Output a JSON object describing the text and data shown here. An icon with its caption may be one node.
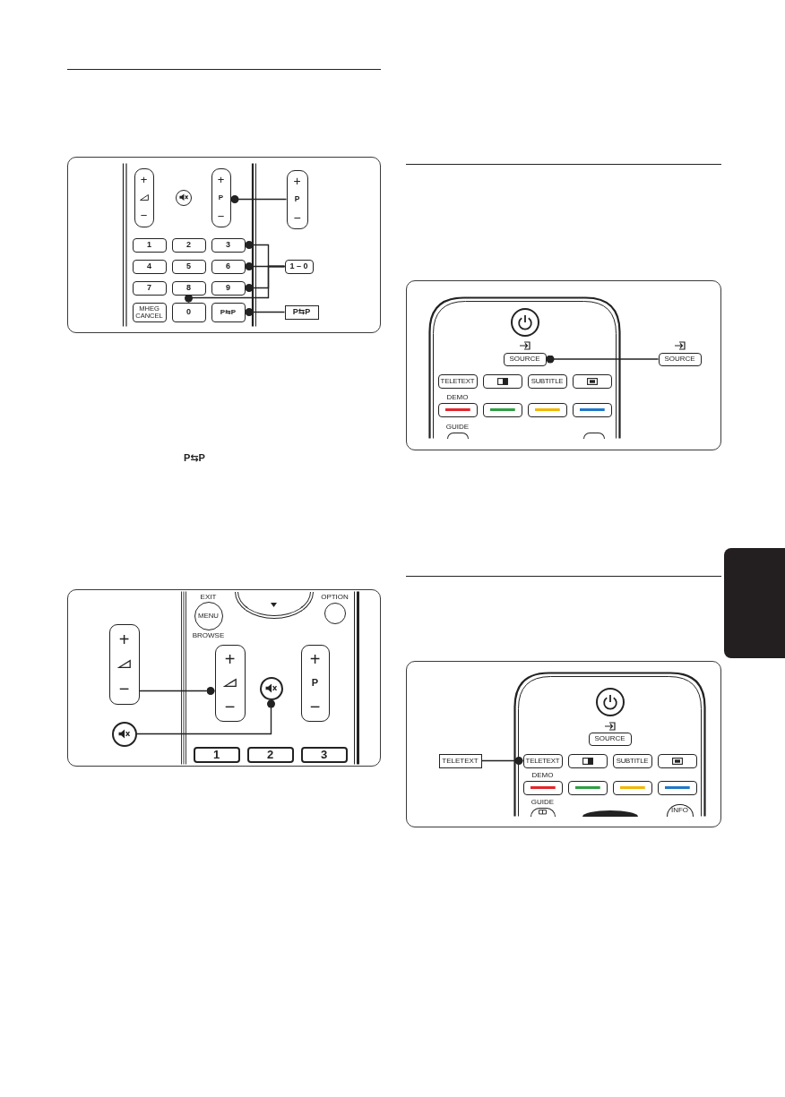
{
  "diagram": {
    "nodes": [
      {
        "text": [],
        "shape": "box"
      },
      {
        "text": [
          "+",
          "−"
        ],
        "in": 0
      },
      {
        "text": [],
        "shape": "circle",
        "in": 0
      },
      {
        "text": [
          "+",
          "P",
          "−"
        ],
        "in": 0
      },
      {
        "text": [
          "+",
          "P",
          "−"
        ],
        "in": 0
      },
      {
        "text": [
          "1"
        ],
        "in": 0
      },
      {
        "text": [
          "2"
        ],
        "in": 0
      },
      {
        "text": [
          "3"
        ],
        "in": 0
      },
      {
        "text": [
          "4"
        ],
        "in": 0
      },
      {
        "text": [
          "5"
        ],
        "in": 0
      },
      {
        "text": [
          "6"
        ],
        "in": 0
      },
      {
        "text": [
          "1 – 0"
        ],
        "in": 0
      },
      {
        "text": [
          "7"
        ],
        "in": 0
      },
      {
        "text": [
          "8"
        ],
        "in": 0
      },
      {
        "text": [
          "9"
        ],
        "in": 0
      },
      {
        "text": [
          "MHEG CANCEL"
        ],
        "in": 0
      },
      {
        "text": [
          "0"
        ],
        "in": 0
      },
      {
        "text": [
          "P⇆P"
        ],
        "in": 0
      },
      {
        "text": [
          "P⇆P"
        ],
        "in": 0
      },
      {
        "text": [],
        "shape": "box"
      },
      {
        "text": [
          "EXIT",
          "MENU",
          "BROWSE"
        ],
        "in": 19
      },
      {
        "text": [],
        "shape": "circle",
        "in": 19
      },
      {
        "text": [
          "OPTION"
        ],
        "in": 19
      },
      {
        "text": [
          "+",
          "−"
        ],
        "in": 19
      },
      {
        "text": [
          "+",
          "−"
        ],
        "in": 19
      },
      {
        "text": [],
        "shape": "circle",
        "in": 19
      },
      {
        "text": [
          "+",
          "P",
          "−"
        ],
        "in": 19
      },
      {
        "text": [],
        "shape": "circle",
        "in": 19
      },
      {
        "text": [
          "1"
        ],
        "in": 19
      },
      {
        "text": [
          "2"
        ],
        "in": 19
      },
      {
        "text": [
          "3"
        ],
        "in": 19
      },
      {
        "text": [],
        "shape": "box"
      },
      {
        "text": [],
        "shape": "circle",
        "in": 31
      },
      {
        "text": [
          "SOURCE"
        ],
        "in": 31
      },
      {
        "text": [
          "SOURCE"
        ],
        "in": 31
      },
      {
        "text": [
          "TELETEXT"
        ],
        "in": 31
      },
      {
        "text": [],
        "shape": "box",
        "in": 31
      },
      {
        "text": [
          "SUBTITLE"
        ],
        "in": 31
      },
      {
        "text": [],
        "shape": "box",
        "in": 31
      },
      {
        "text": [
          "DEMO"
        ],
        "in": 31
      },
      {
        "text": [],
        "shape": "box",
        "in": 31
      },
      {
        "text": [],
        "shape": "box",
        "in": 31
      },
      {
        "text": [],
        "shape": "box",
        "in": 31
      },
      {
        "text": [
          "GUIDE"
        ],
        "in": 31
      },
      {
        "text": [],
        "shape": "circle",
        "in": 31
      },
      {
        "text": [],
        "shape": "box"
      },
      {
        "text": [],
        "shape": "circle",
        "in": 45
      },
      {
        "text": [
          "SOURCE"
        ],
        "in": 45
      },
      {
        "text": [
          "TELETEXT"
        ],
        "in": 45
      },
      {
        "text": [
          "TELETEXT"
        ],
        "in": 45
      },
      {
        "text": [],
        "shape": "box",
        "in": 45
      },
      {
        "text": [
          "SUBTITLE"
        ],
        "in": 45
      },
      {
        "text": [],
        "shape": "box",
        "in": 45
      },
      {
        "text": [
          "DEMO"
        ],
        "in": 45
      },
      {
        "text": [],
        "shape": "box",
        "in": 45
      },
      {
        "text": [],
        "shape": "box",
        "in": 45
      },
      {
        "text": [],
        "shape": "box",
        "in": 45
      },
      {
        "text": [
          "GUIDE"
        ],
        "in": 45
      },
      {
        "text": [],
        "shape": "circle",
        "in": 45
      },
      {
        "text": [
          "INFO"
        ],
        "in": 45
      },
      {
        "text": [],
        "shape": "box"
      }
    ],
    "edges": [
      {
        "from": 4,
        "to": 3,
        "arrow": "other"
      },
      {
        "from": 11,
        "to": 7,
        "arrow": "other"
      },
      {
        "from": 11,
        "to": 10,
        "arrow": "other"
      },
      {
        "from": 11,
        "to": 14,
        "arrow": "other"
      },
      {
        "from": 11,
        "to": 16,
        "arrow": "other"
      },
      {
        "from": 18,
        "to": 17,
        "arrow": "other"
      },
      {
        "from": 23,
        "to": 24,
        "arrow": "other"
      },
      {
        "from": 27,
        "to": 25,
        "arrow": "other"
      },
      {
        "from": 34,
        "to": 33,
        "arrow": "other"
      },
      {
        "from": 48,
        "to": 49,
        "arrow": "other"
      }
    ],
    "labels": [
      "P⇆P"
    ]
  }
}
